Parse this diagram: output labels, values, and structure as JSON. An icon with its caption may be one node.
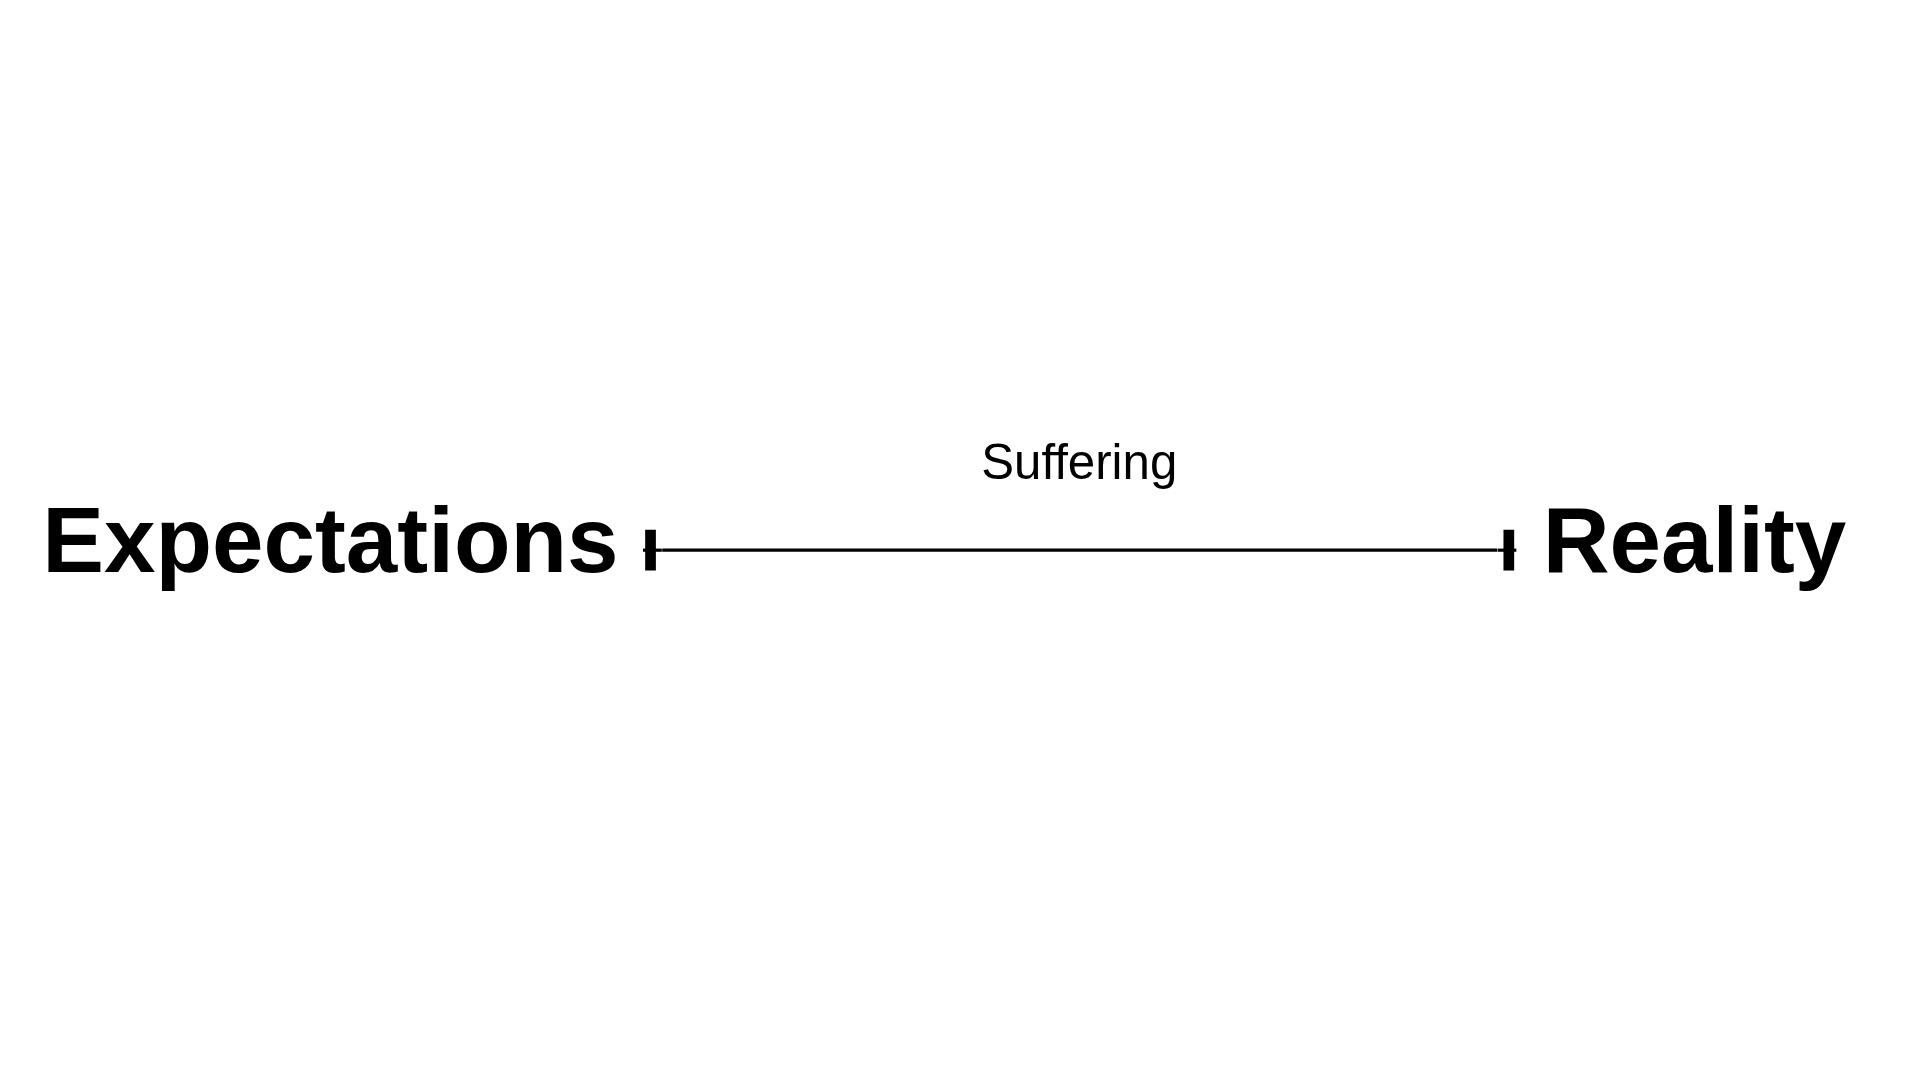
{
  "diagram": {
    "nodes": [
      {
        "text": [
          "Expectations"
        ]
      },
      {
        "text": [
          "Reality"
        ]
      }
    ],
    "edges": [
      {
        "from": 0,
        "to": 1,
        "arrow": "other",
        "label": "Suffering"
      }
    ]
  }
}
